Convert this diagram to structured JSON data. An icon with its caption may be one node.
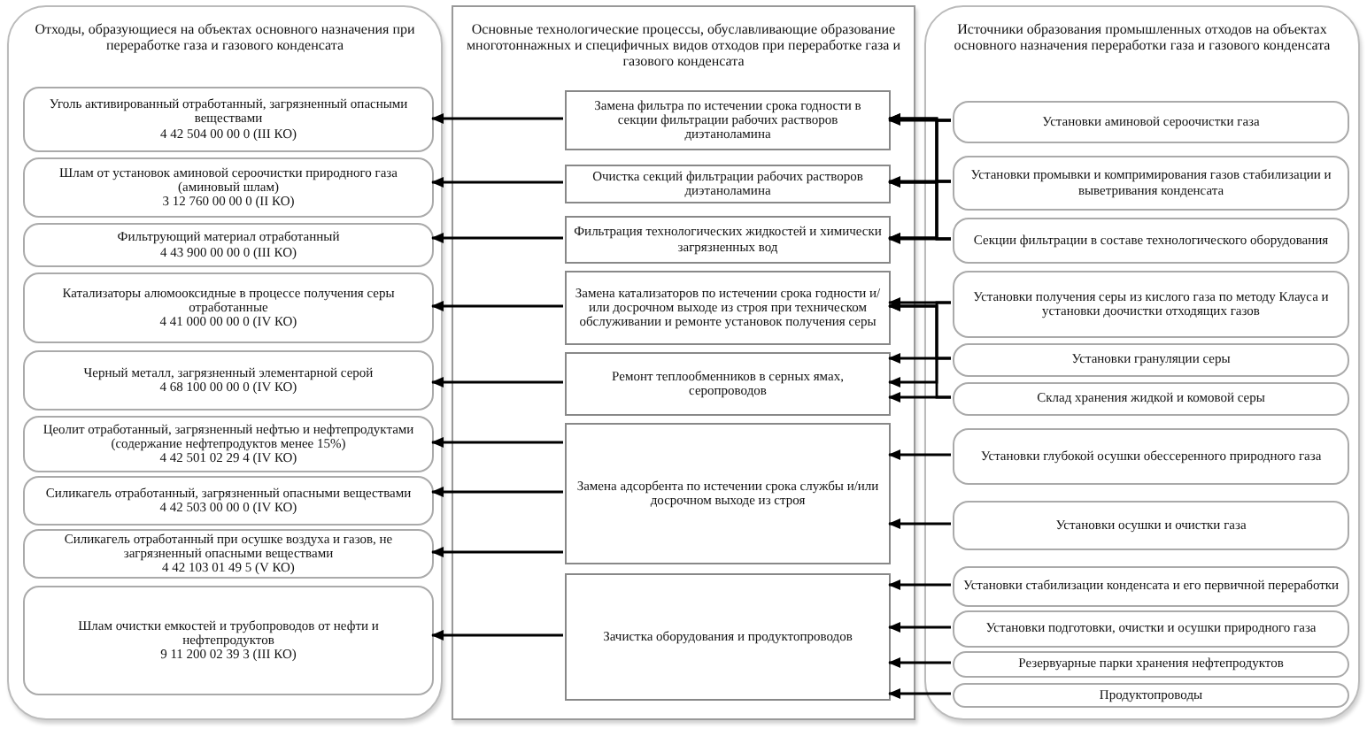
{
  "diagram": {
    "nodes": [
      {
        "text": [
          "Отходы, образующиеся на объектах основного назначения при переработке газа и газового конденсата"
        ]
      },
      {
        "text": [
          "Уголь активированный отработанный, загрязненный опасными веществами",
          "4 42 504 00 00 0 (III КО)"
        ],
        "in": 0
      },
      {
        "text": [
          "Шлам от установок аминовой сероочистки природного газа (аминовый шлам)",
          "3 12 760 00 00 0  (II КО)"
        ],
        "in": 0
      },
      {
        "text": [
          "Фильтрующий материал отработанный",
          "4 43 900 00 00 0  (III КО)"
        ],
        "in": 0
      },
      {
        "text": [
          "Катализаторы алюмооксидные в процессе получения серы отработанные",
          "4 41 000 00 00 0  (IV КО)"
        ],
        "in": 0
      },
      {
        "text": [
          "Черный металл, загрязненный элементарной серой",
          "4 68 100 00 00 0 (IV КО)"
        ],
        "in": 0
      },
      {
        "text": [
          "Цеолит отработанный, загрязненный нефтью и нефтепродуктами (содержание нефтепродуктов менее 15%)",
          "4 42 501 02 29 4 (IV КО)"
        ],
        "in": 0
      },
      {
        "text": [
          "Силикагель отработанный, загрязненный опасными веществами",
          "4 42 503 00 00 0 (IV КО)"
        ],
        "in": 0
      },
      {
        "text": [
          "Силикагель отработанный при осушке воздуха и газов, не загрязненный опасными веществами",
          "4 42 103 01 49 5 (V КО)"
        ],
        "in": 0
      },
      {
        "text": [
          "Шлам очистки емкостей и трубопроводов от нефти и нефтепродуктов",
          "9 11 200 02 39 3 (III КО)"
        ],
        "in": 0
      },
      {
        "text": [
          "Основные технологические процессы, обуславливающие образование многотоннажных и специфичных видов отходов при переработке газа и газового конденсата"
        ]
      },
      {
        "text": [
          "Замена фильтра по истечении срока годности в секции фильтрации рабочих растворов диэтаноламина"
        ],
        "in": 10
      },
      {
        "text": [
          "Очистка секций фильтрации рабочих растворов диэтаноламина"
        ],
        "in": 10
      },
      {
        "text": [
          "Фильтрация технологических жидкостей и химически загрязненных вод"
        ],
        "in": 10
      },
      {
        "text": [
          "Замена катализаторов по истечении срока годности и/или досрочном выходе из строя при техническом обслуживании и ремонте установок получения серы"
        ],
        "in": 10
      },
      {
        "text": [
          "Ремонт теплообменников в серных ямах, серопроводов"
        ],
        "in": 10
      },
      {
        "text": [
          "Замена адсорбента по истечении срока службы и/или досрочном выходе из строя"
        ],
        "in": 10
      },
      {
        "text": [
          "Зачистка оборудования и продуктопроводов"
        ],
        "in": 10
      },
      {
        "text": [
          "Источники образования промышленных отходов на объектах основного назначения переработки газа и газового конденсата"
        ]
      },
      {
        "text": [
          "Установки аминовой сероочистки газа"
        ],
        "in": 18
      },
      {
        "text": [
          "Установки промывки и компримирования газов стабилизации и выветривания конденсата"
        ],
        "in": 18
      },
      {
        "text": [
          "Секции фильтрации в составе технологического оборудования"
        ],
        "in": 18
      },
      {
        "text": [
          "Установки получения серы из кислого газа по методу Клауса и установки доочистки отходящих газов"
        ],
        "in": 18
      },
      {
        "text": [
          "Установки грануляции серы"
        ],
        "in": 18
      },
      {
        "text": [
          "Склад хранения жидкой и комовой серы"
        ],
        "in": 18
      },
      {
        "text": [
          "Установки глубокой осушки обессеренного природного газа"
        ],
        "in": 18
      },
      {
        "text": [
          "Установки осушки и очистки газа"
        ],
        "in": 18
      },
      {
        "text": [
          "Установки стабилизации конденсата и его первичной переработки"
        ],
        "in": 18
      },
      {
        "text": [
          "Установки подготовки, очистки и осушки природного газа"
        ],
        "in": 18
      },
      {
        "text": [
          "Резервуарные парки хранения нефтепродуктов"
        ],
        "in": 18
      },
      {
        "text": [
          "Продуктопроводы"
        ],
        "in": 18
      }
    ],
    "edges": [
      {
        "from": 11,
        "to": 1,
        "arrow": "to"
      },
      {
        "from": 12,
        "to": 2,
        "arrow": "to"
      },
      {
        "from": 13,
        "to": 3,
        "arrow": "to"
      },
      {
        "from": 14,
        "to": 4,
        "arrow": "to"
      },
      {
        "from": 15,
        "to": 5,
        "arrow": "to"
      },
      {
        "from": 16,
        "to": 6,
        "arrow": "to"
      },
      {
        "from": 16,
        "to": 7,
        "arrow": "to"
      },
      {
        "from": 16,
        "to": 8,
        "arrow": "to"
      },
      {
        "from": 17,
        "to": 9,
        "arrow": "to"
      },
      {
        "from": 19,
        "to": 11,
        "arrow": "to"
      },
      {
        "from": 19,
        "to": 12,
        "arrow": "to"
      },
      {
        "from": 19,
        "to": 13,
        "arrow": "to"
      },
      {
        "from": 20,
        "to": 11,
        "arrow": "to"
      },
      {
        "from": 20,
        "to": 12,
        "arrow": "to"
      },
      {
        "from": 20,
        "to": 13,
        "arrow": "to"
      },
      {
        "from": 21,
        "to": 11,
        "arrow": "to"
      },
      {
        "from": 21,
        "to": 12,
        "arrow": "to"
      },
      {
        "from": 21,
        "to": 13,
        "arrow": "to"
      },
      {
        "from": 22,
        "to": 14,
        "arrow": "to"
      },
      {
        "from": 22,
        "to": 15,
        "arrow": "to"
      },
      {
        "from": 23,
        "to": 14,
        "arrow": "to"
      },
      {
        "from": 23,
        "to": 15,
        "arrow": "to"
      },
      {
        "from": 24,
        "to": 14,
        "arrow": "to"
      },
      {
        "from": 24,
        "to": 15,
        "arrow": "to"
      },
      {
        "from": 25,
        "to": 16,
        "arrow": "to"
      },
      {
        "from": 26,
        "to": 16,
        "arrow": "to"
      },
      {
        "from": 27,
        "to": 17,
        "arrow": "to"
      },
      {
        "from": 28,
        "to": 17,
        "arrow": "to"
      },
      {
        "from": 29,
        "to": 17,
        "arrow": "to"
      },
      {
        "from": 30,
        "to": 17,
        "arrow": "to"
      }
    ]
  }
}
